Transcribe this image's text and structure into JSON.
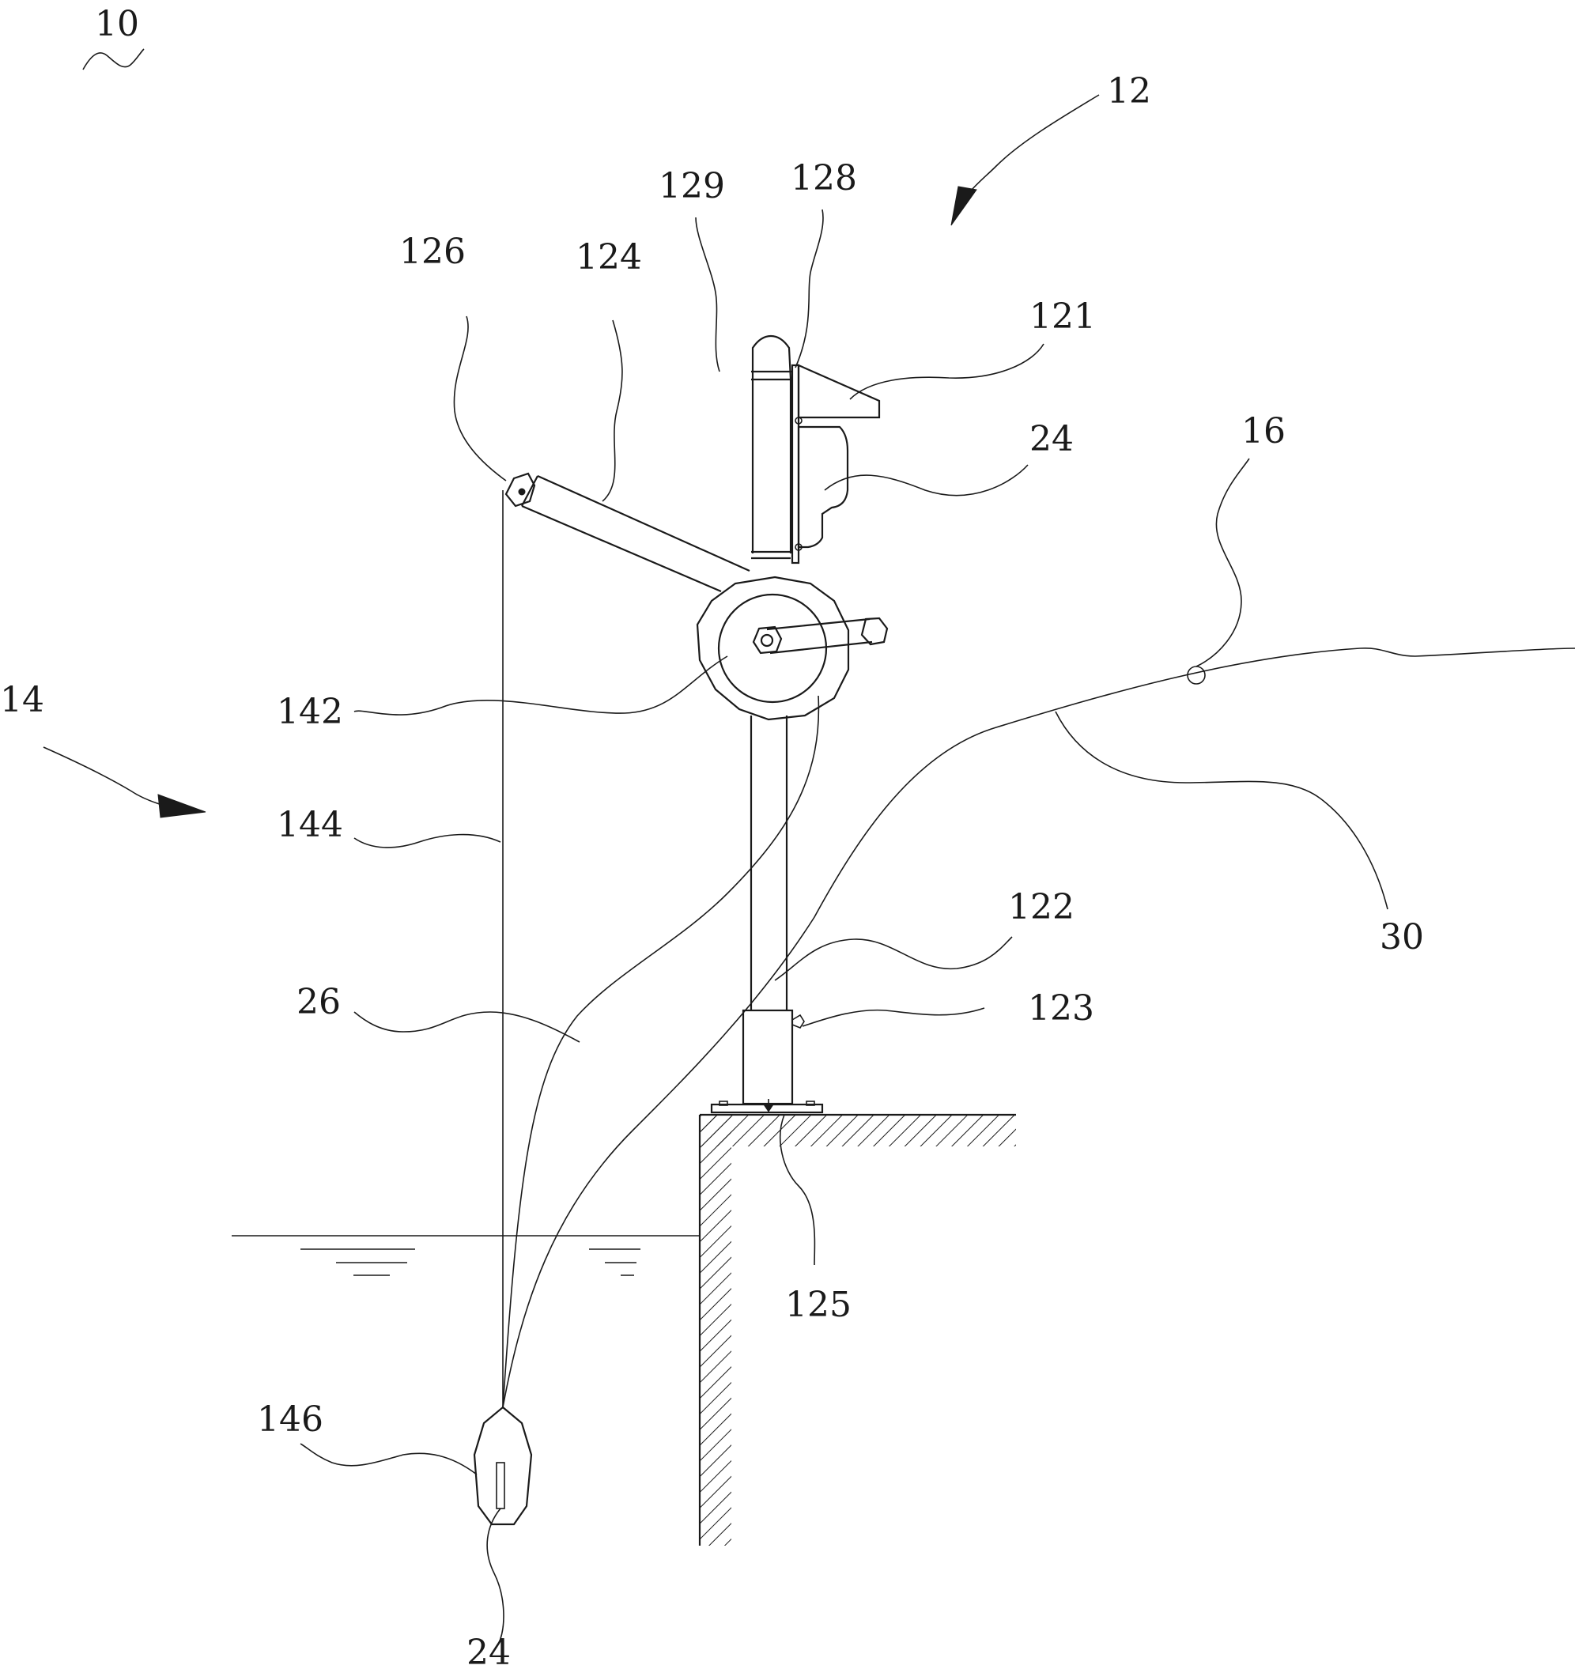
{
  "labels": {
    "l10": "10",
    "l12": "12",
    "l14": "14",
    "l16": "16",
    "l24a": "24",
    "l24b": "24",
    "l26": "26",
    "l30": "30",
    "l121": "121",
    "l122": "122",
    "l123": "123",
    "l124": "124",
    "l125": "125",
    "l126": "126",
    "l128": "128",
    "l129": "129",
    "l142": "142",
    "l144": "144",
    "l146": "146"
  },
  "colors": {
    "ink": "#1a1a1a",
    "background": "#ffffff"
  }
}
